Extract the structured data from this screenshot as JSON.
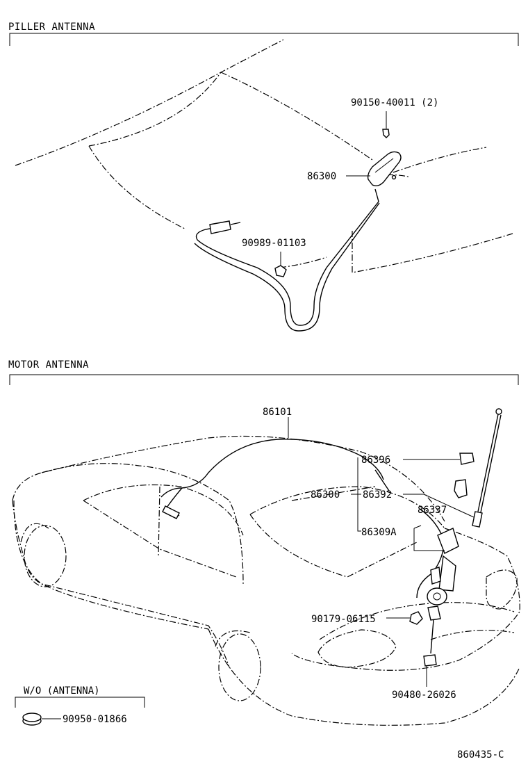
{
  "sections": {
    "piller_title": "PILLER ANTENNA",
    "motor_title": "MOTOR ANTENNA",
    "wo_title": "W/O (ANTENNA)"
  },
  "parts": {
    "p_90150": "90150-40011 (2)",
    "p_86300_top": "86300",
    "p_90989": "90989-01103",
    "p_86101": "86101",
    "p_86396": "86396",
    "p_86300_mid": "86300",
    "p_86392": "86392",
    "p_86337": "86337",
    "p_86309A": "86309A",
    "p_90179": "90179-06115",
    "p_90480": "90480-26026",
    "p_90950": "90950-01866"
  },
  "figure_id": "860435-C"
}
